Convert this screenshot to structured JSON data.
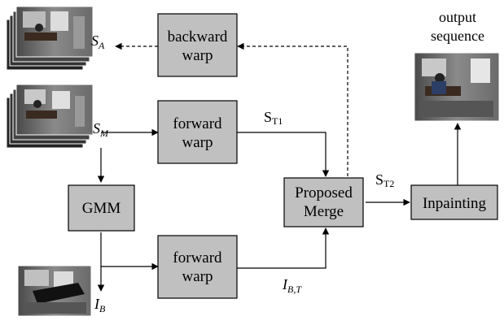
{
  "boxes": {
    "backward_warp": [
      "backward",
      "warp"
    ],
    "forward_warp_top": [
      "forward",
      "warp"
    ],
    "forward_warp_bottom": [
      "forward",
      "warp"
    ],
    "gmm": "GMM",
    "proposed_merge": [
      "Proposed",
      "Merge"
    ],
    "inpainting": "Inpainting"
  },
  "labels": {
    "s_a": {
      "base": "S",
      "sub": "A"
    },
    "s_m": {
      "base": "S",
      "sub": "M"
    },
    "i_b": {
      "base": "I",
      "sub": "B"
    },
    "s_t1": {
      "base": "S",
      "sub": "T1"
    },
    "s_t2": {
      "base": "S",
      "sub": "T2"
    },
    "i_bt": {
      "base": "I",
      "sub": "B,T"
    },
    "output": [
      "output",
      "sequence"
    ]
  }
}
